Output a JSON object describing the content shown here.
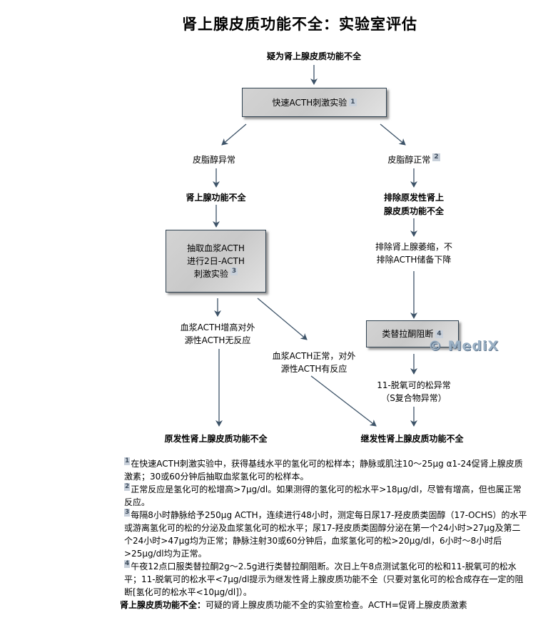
{
  "title": "肾上腺皮质功能不全：实验室评估",
  "nodes": {
    "start": "疑为肾上腺皮质功能不全",
    "rapid_test": "快速ACTH刺激实验",
    "rapid_test_ref": "1",
    "cortisol_abnormal": "皮脂醇异常",
    "cortisol_normal": "皮脂醇正常",
    "cortisol_normal_ref": "2",
    "adrenal_insufficiency": "肾上腺功能不全",
    "exclude_primary": [
      "排除原发性肾上",
      "腺皮质功能不全"
    ],
    "acth_test": [
      "抽取血浆ACTH",
      "进行2日-ACTH",
      "刺激实验"
    ],
    "acth_test_ref": "3",
    "exclude_atrophy": [
      "排除肾上腺萎缩，不",
      "排除ACTH储备下降"
    ],
    "acth_high": [
      "血浆ACTH增高对外",
      "源性ACTH无反应"
    ],
    "acth_normal": [
      "血浆ACTH正常，对外",
      "源性ACTH有反应"
    ],
    "metyrapone": "类替拉酮阻断",
    "metyrapone_ref": "4",
    "deoxycortisol": [
      "11-脱氧可的松异常",
      "（S复合物异常）"
    ],
    "primary": "原发性肾上腺皮质功能不全",
    "secondary": "继发性肾上腺皮质功能不全"
  },
  "watermark": "© MediX",
  "footnotes": [
    {
      "ref": "1",
      "text": "在快速ACTH刺激实验中，获得基线水平的氢化可的松样本；静脉或肌注10～25μg α1-24促肾上腺皮质激素；30或60分钟后抽取血浆氢化可的松样本。"
    },
    {
      "ref": "2",
      "text": "正常反应是氢化可的松增高>7μg/dl。如果测得的氢化可的松水平>18μg/dl，尽管有增高，但也属正常反应。"
    },
    {
      "ref": "3",
      "text": "每隔8小时静脉给予250μg ACTH，连续进行48小时，测定每日尿17-羟皮质类固醇（17-OCHS）的水平或游离氢化可的松的分泌及血浆氢化可的松水平；尿17-羟皮质类固醇分泌在第一个24小时>27μg及第二个24小时>47μg均为正常；静脉注射30或60分钟后，血浆氢化可的松>20μg/dl，6小时～8小时后>25μg/dl均为正常。"
    },
    {
      "ref": "4",
      "text": "午夜12点口服类替拉酮2g～2.5g进行类替拉酮阻断。次日上午8点测试氢化可的松和11-脱氧可的松水平；11-脱氧可的松水平<7μg/dl提示为继发性肾上腺皮质功能不全（只要对氢化可的松合成存在一定的阻断[氢化可的松水平<10μg/dl]）。"
    }
  ],
  "caption": {
    "bold": "肾上腺皮质功能不全：",
    "text": "可疑的肾上腺皮质功能不全的实验室检查。ACTH=促肾上腺皮质激素"
  },
  "colors": {
    "arrow": "#3d5368",
    "box_border": "#2f4150"
  }
}
